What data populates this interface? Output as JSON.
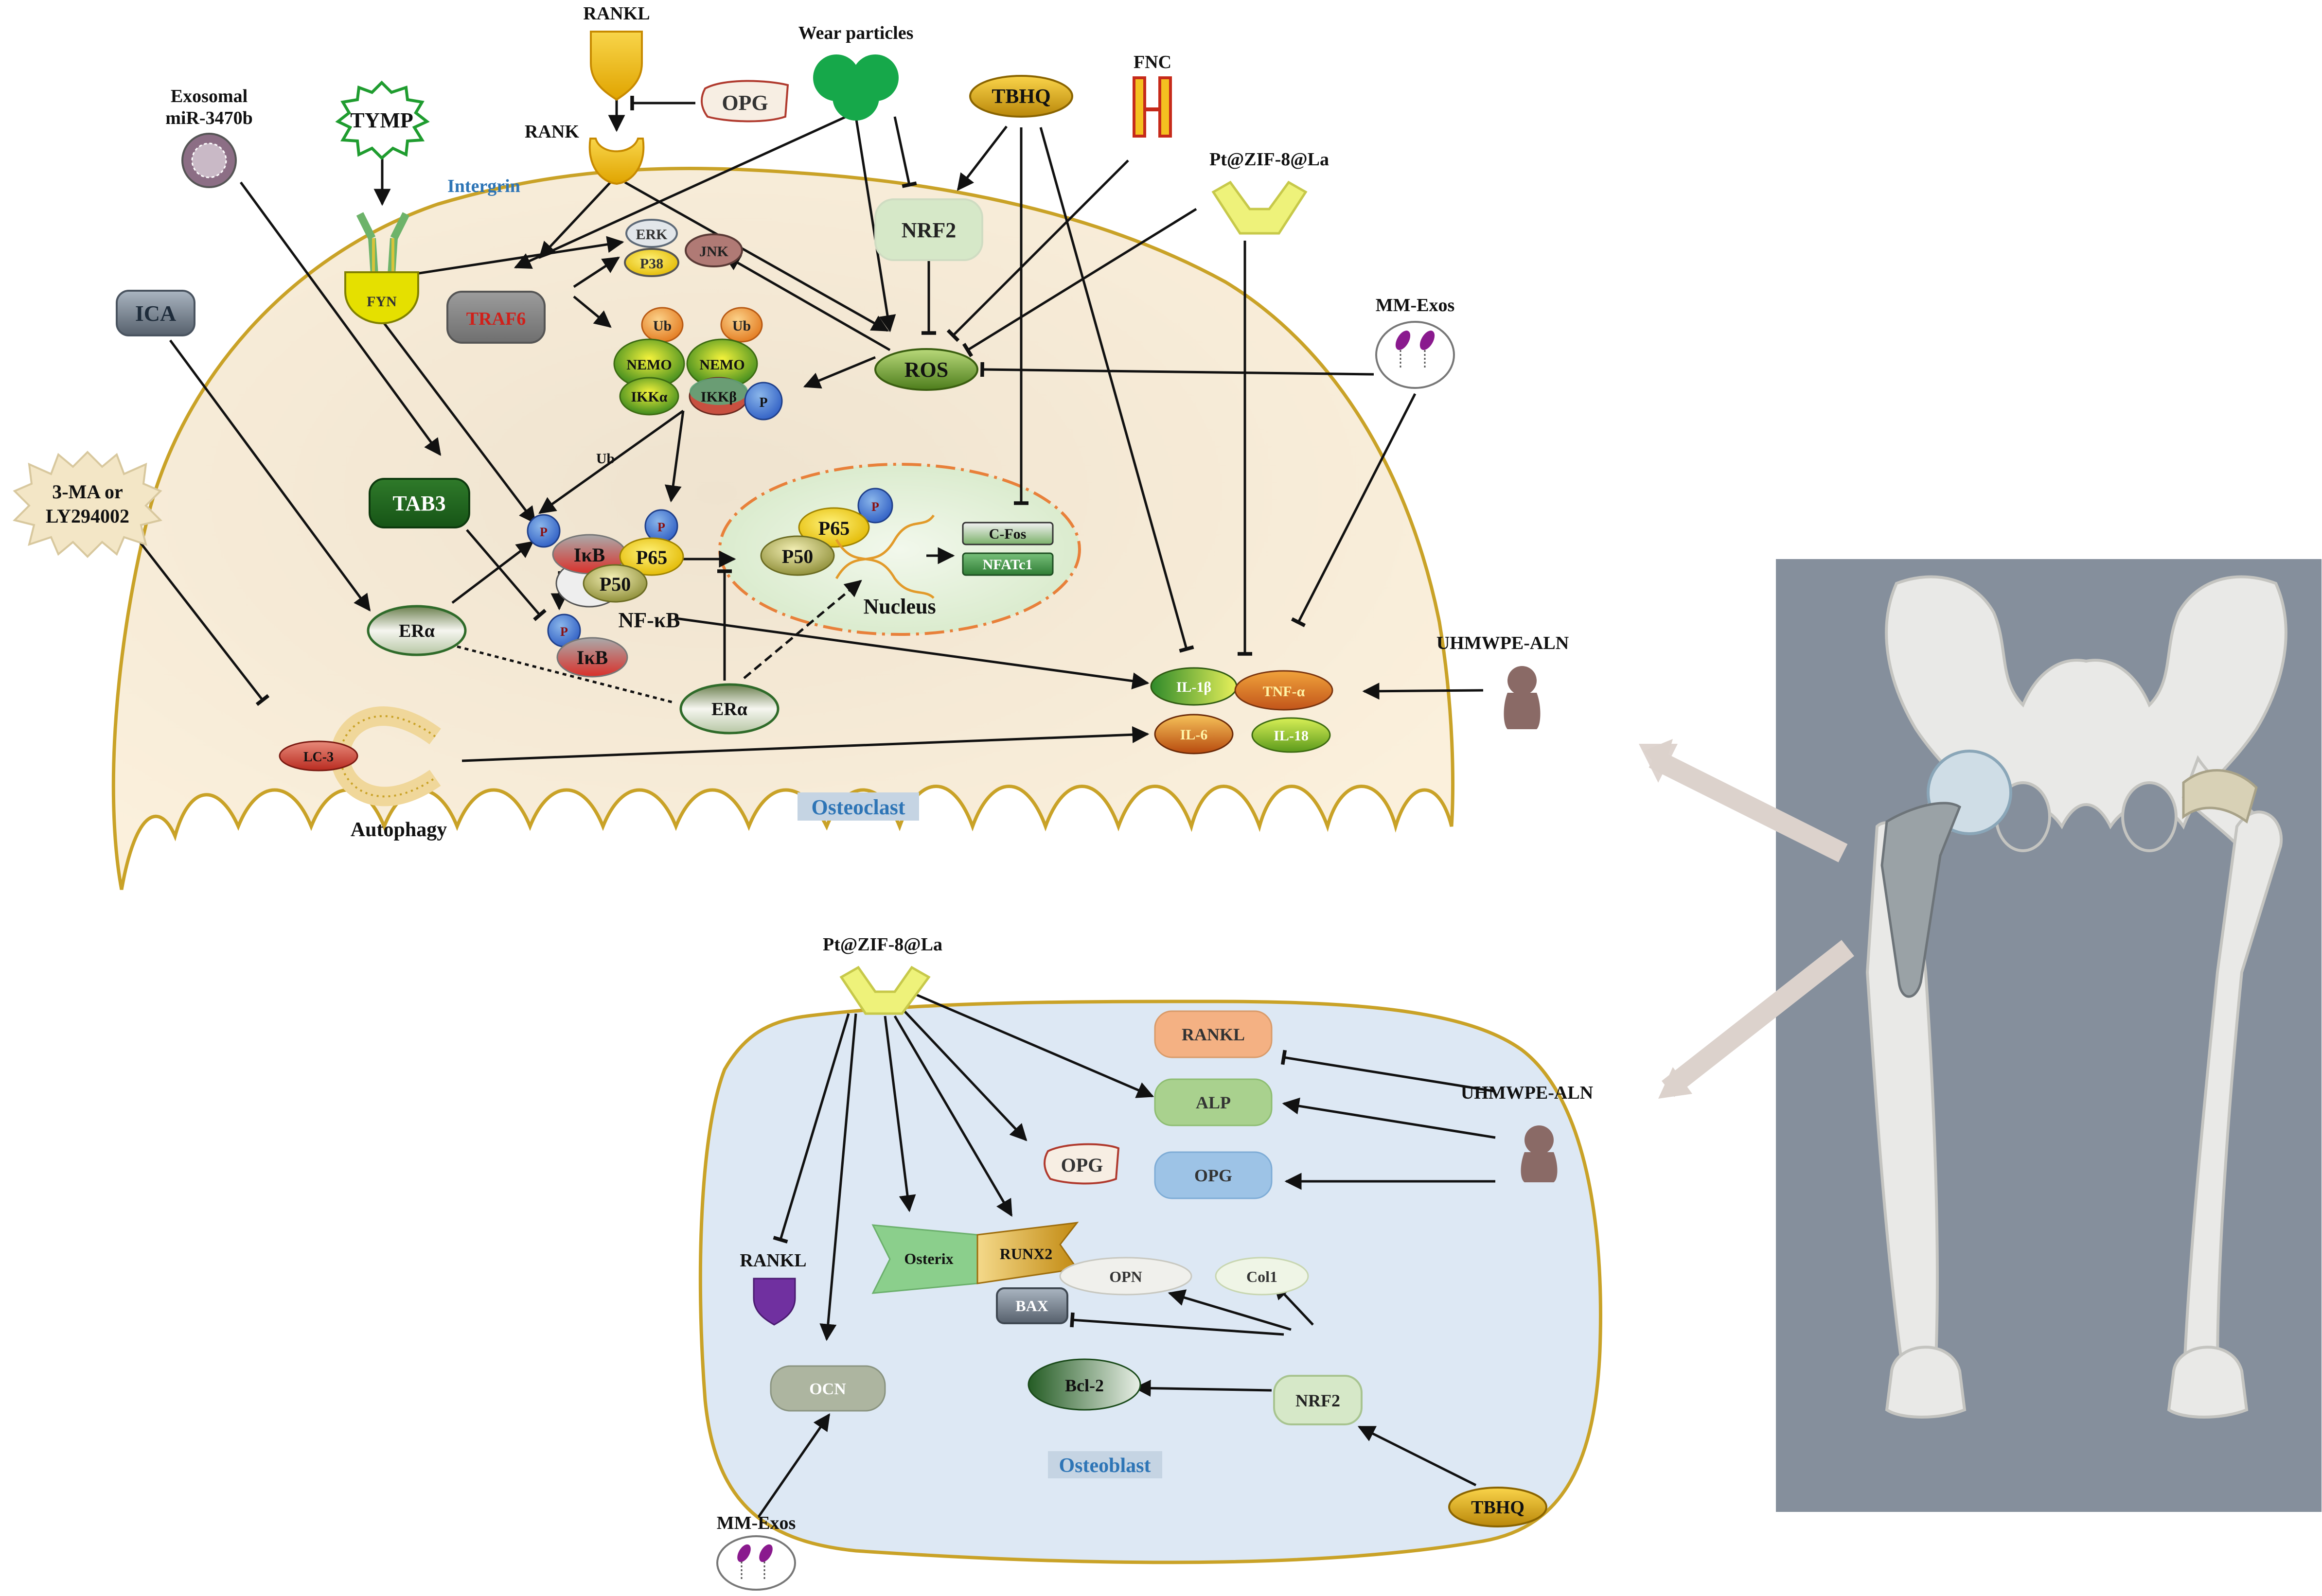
{
  "top": {
    "rankl": "RANKL",
    "rank": "RANK",
    "opg": "OPG",
    "wear_particles": "Wear particles",
    "tbhq": "TBHQ",
    "fnc": "FNC",
    "pt_zif": "Pt@ZIF-8@La",
    "exosomal_line1": "Exosomal",
    "exosomal_line2": "miR-3470b",
    "tymp": "TYMP",
    "intergrin": "Intergrin",
    "ica": "ICA",
    "ma_line1": "3-MA or",
    "ma_line2": "LY294002",
    "mm_exos": "MM-Exos",
    "uhmwpe": "UHMWPE-ALN"
  },
  "osteoclast": {
    "title": "Osteoclast",
    "fyn": "FYN",
    "erk": "ERK",
    "p38": "P38",
    "jnk": "JNK",
    "traf6": "TRAF6",
    "ub": "Ub",
    "nemo": "NEMO",
    "ikka": "IKKα",
    "ikkb": "IKKβ",
    "p": "P",
    "nrf2": "NRF2",
    "ros": "ROS",
    "tab3": "TAB3",
    "ub_label": "Ub",
    "ikb": "IκB",
    "p65": "P65",
    "p50": "P50",
    "nfkb": "NF-κB",
    "era": "ERα",
    "cfos": "C-Fos",
    "nfatc1": "NFATc1",
    "nucleus": "Nucleus",
    "il1b": "IL-1β",
    "tnfa": "TNF-α",
    "il6": "IL-6",
    "il18": "IL-18",
    "lc3": "LC-3",
    "autophagy": "Autophagy"
  },
  "osteoblast": {
    "title": "Osteoblast",
    "pt_zif": "Pt@ZIF-8@La",
    "rankl_box": "RANKL",
    "alp": "ALP",
    "opg_box": "OPG",
    "opg_tag": "OPG",
    "uhmwpe": "UHMWPE-ALN",
    "rankl_shield": "RANKL",
    "osterix": "Osterix",
    "runx2": "RUNX2",
    "opn": "OPN",
    "col1": "Col1",
    "bax": "BAX",
    "bcl2": "Bcl-2",
    "nrf2": "NRF2",
    "ocn": "OCN",
    "mm_exos": "MM-Exos",
    "tbhq": "TBHQ"
  },
  "colors": {
    "osteoclast_fill": "#f7ebd5",
    "osteoclast_border": "#c9a227",
    "osteoblast_fill": "#dde8f4",
    "nucleus_fill": "#e3f0d9",
    "nucleus_border": "#e8803a",
    "panel_bg": "#858f9c",
    "label_blue": "#2e75b6"
  }
}
